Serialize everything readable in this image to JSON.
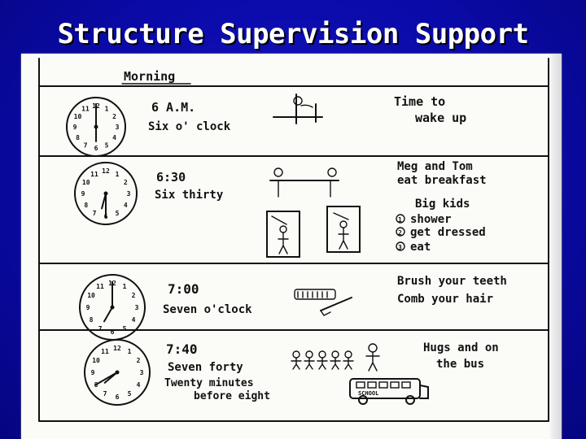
{
  "slide": {
    "title": "Structure Supervision Support"
  },
  "schedule": {
    "header": "Morning",
    "rows": [
      {
        "time": "6 A.M.",
        "time_words": [
          "Six o' clock"
        ],
        "activity": [
          "Time to",
          "wake up"
        ],
        "clock": {
          "hour": 6,
          "minute": 0
        },
        "picture_icons": [
          "bed-icon"
        ]
      },
      {
        "time": "6:30",
        "time_words": [
          "Six thirty"
        ],
        "activity": [
          "Meg and Tom",
          "eat breakfast"
        ],
        "sublist_title": "Big kids",
        "sublist": [
          {
            "num": "1",
            "text": "shower"
          },
          {
            "num": "2",
            "text": "get dressed"
          },
          {
            "num": "3",
            "text": "eat"
          }
        ],
        "clock": {
          "hour": 6,
          "minute": 30
        },
        "picture_icons": [
          "breakfast-table-icon",
          "shower-icon"
        ]
      },
      {
        "time": "7:00",
        "time_words": [
          "Seven o'clock"
        ],
        "activity": [
          "Brush your teeth",
          "Comb your hair"
        ],
        "clock": {
          "hour": 7,
          "minute": 0
        },
        "picture_icons": [
          "toothbrush-icon",
          "comb-icon"
        ]
      },
      {
        "time": "7:40",
        "time_words": [
          "Seven forty",
          "Twenty minutes",
          "before eight"
        ],
        "activity": [
          "Hugs and on",
          "the bus"
        ],
        "bus_label": "SCHOOL",
        "clock": {
          "hour": 7,
          "minute": 40
        },
        "picture_icons": [
          "family-hug-icon",
          "school-bus-icon"
        ]
      }
    ]
  }
}
